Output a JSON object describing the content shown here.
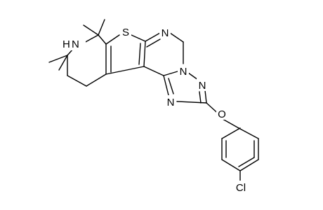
{
  "molecule": {
    "atom_labels": {
      "sulfur": "S",
      "nh_n": "N",
      "nh_h": "H",
      "pyrimidine_n": "N",
      "triazole_n_bridge": "N",
      "triazole_n_right": "N",
      "triazole_n_lower": "N",
      "ether_o": "O",
      "chlorine": "Cl"
    },
    "colors": {
      "bond": "#000000",
      "label": "#000000",
      "background": "#ffffff"
    }
  }
}
